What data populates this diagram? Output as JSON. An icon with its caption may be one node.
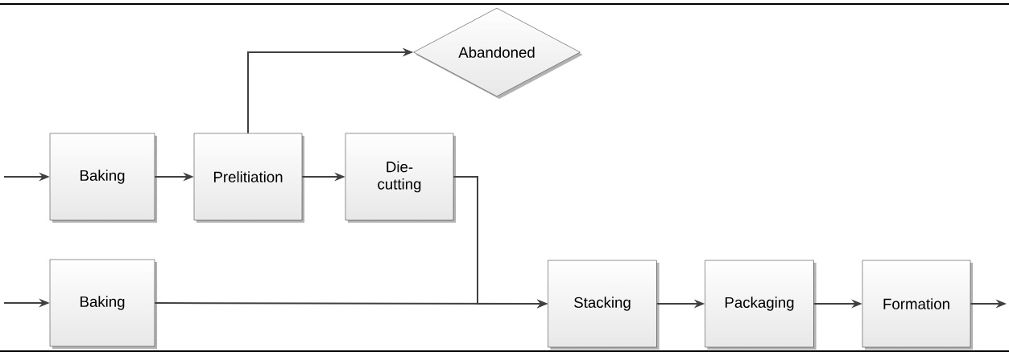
{
  "diagram": {
    "nodes": [
      {
        "text": [
          "Abandoned"
        ]
      },
      {
        "text": [
          "Baking"
        ]
      },
      {
        "text": [
          "Prelitiation"
        ]
      },
      {
        "text": [
          "Die-cutting"
        ]
      },
      {
        "text": [
          "Baking"
        ]
      },
      {
        "text": [
          "Stacking"
        ]
      },
      {
        "text": [
          "Packaging"
        ]
      },
      {
        "text": [
          "Formation"
        ]
      }
    ],
    "edges": [
      {
        "from": null,
        "to": 1,
        "arrow": "to"
      },
      {
        "from": 1,
        "to": 2,
        "arrow": "to"
      },
      {
        "from": 2,
        "to": 3,
        "arrow": "to"
      },
      {
        "from": 2,
        "to": 0,
        "arrow": "to"
      },
      {
        "from": 3,
        "to": 5,
        "arrow": "to"
      },
      {
        "from": null,
        "to": 4,
        "arrow": "to"
      },
      {
        "from": 4,
        "to": 5,
        "arrow": "to"
      },
      {
        "from": 5,
        "to": 6,
        "arrow": "to"
      },
      {
        "from": 6,
        "to": 7,
        "arrow": "to"
      },
      {
        "from": 7,
        "to": null,
        "arrow": "to"
      }
    ]
  }
}
